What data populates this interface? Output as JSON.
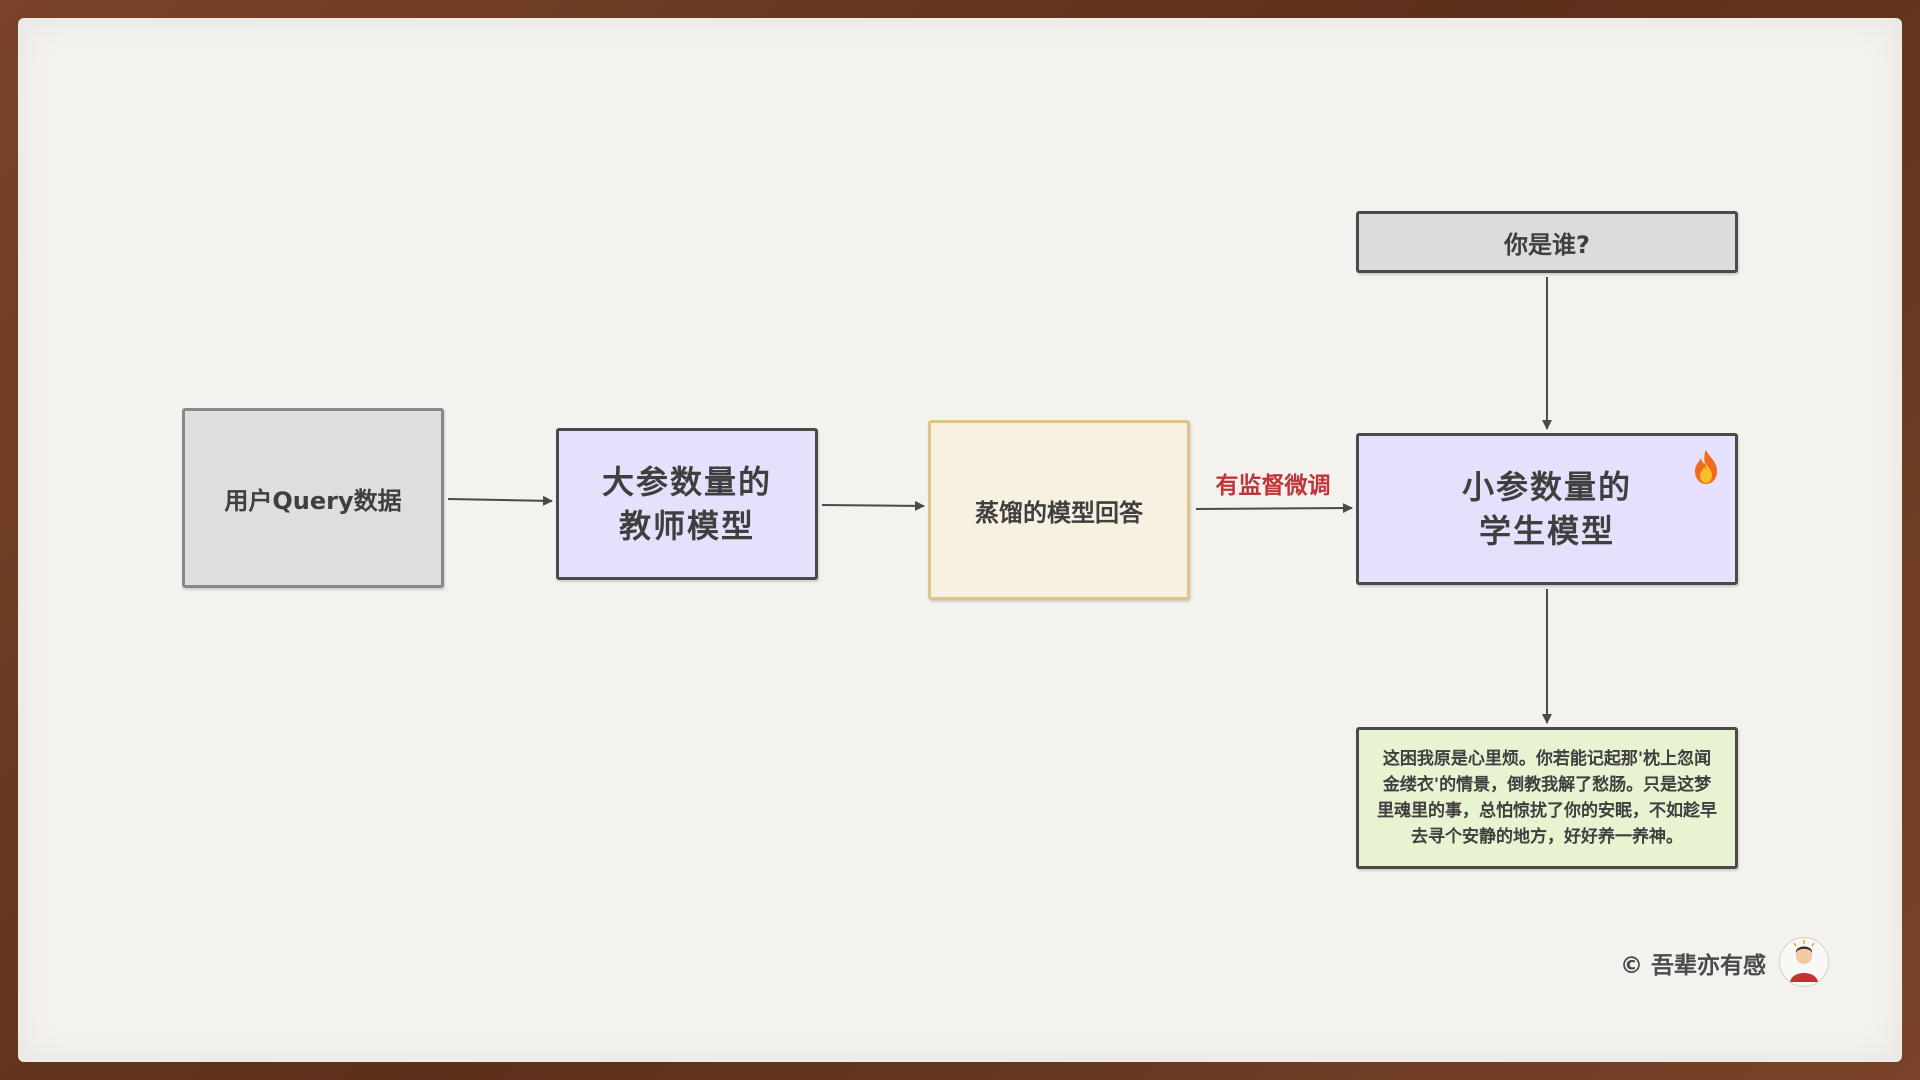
{
  "nodes": {
    "query": "用户Query数据",
    "teacher": "大参数量的\n教师模型",
    "distill": "蒸馏的模型回答",
    "question": "你是谁?",
    "student": "小参数量的\n学生模型",
    "answer": "这困我原是心里烦。你若能记起那'枕上忽闻金缕衣'的情景，倒教我解了愁肠。只是这梦里魂里的事，总怕惊扰了你的安眠，不如趁早去寻个安静的地方，好好养一养神。"
  },
  "edge_label": "有监督微调",
  "watermark": "© 吾辈亦有感",
  "colors": {
    "label_red": "#c0353a",
    "model_fill": "#e5e0fb",
    "query_fill": "#dedede",
    "distill_fill": "#f8f1e1",
    "answer_fill": "#e8f3d2"
  },
  "icons": {
    "student_badge": "fire-icon",
    "watermark_avatar": "avatar"
  }
}
